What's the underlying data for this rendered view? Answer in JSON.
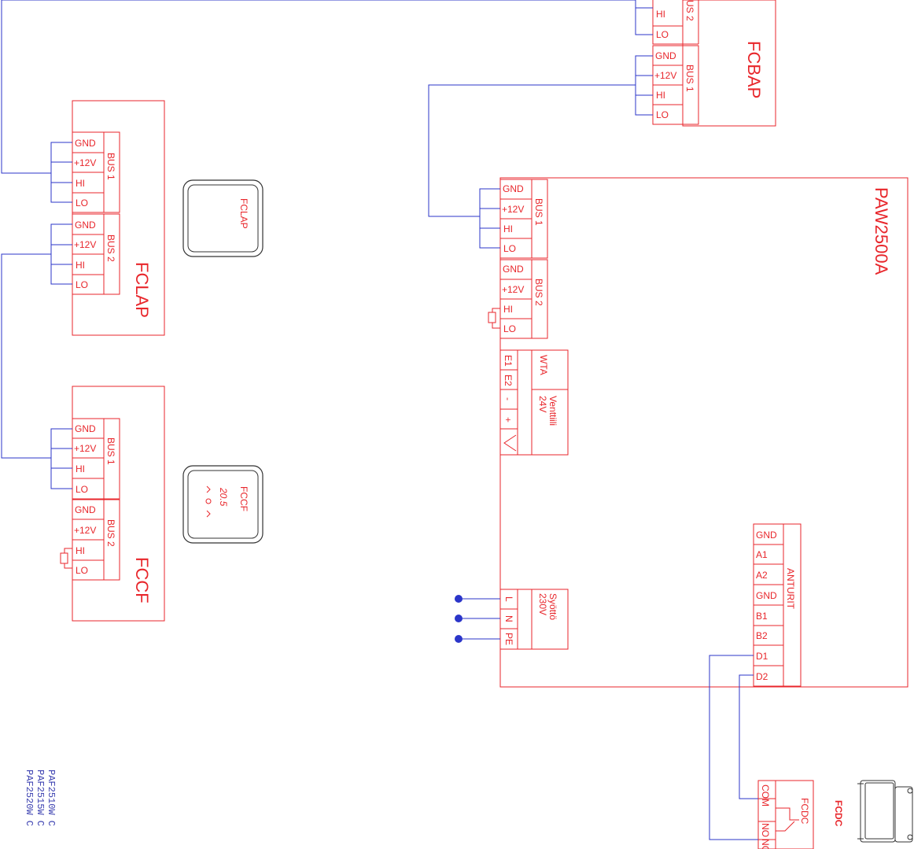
{
  "labels": {
    "gnd": "GND",
    "v12": "+12V",
    "hi": "HI",
    "lo": "LO",
    "bus1": "BUS 1",
    "bus2": "BUS 2",
    "bus2_partial": "US 2",
    "e1": "E1",
    "e2": "E2",
    "minus": "-",
    "plus": "+",
    "wta": "WTA",
    "venttiili": "Venttiili",
    "v24": "24V",
    "l": "L",
    "n": "N",
    "pe": "PE",
    "syotto": "Syöttö",
    "v230": "230V",
    "anturit": "ANTURIT",
    "a1": "A1",
    "a2": "A2",
    "b1": "B1",
    "b2": "B2",
    "d1": "D1",
    "d2": "D2",
    "com": "COM",
    "no": "NO",
    "nc": "NC"
  },
  "devices": {
    "fcbap": "FCBAP",
    "paw": "PAW2500A",
    "fclap": "FCLAP",
    "fccf": "FCCF",
    "fcdc": "FCDC",
    "fcdc_bold": "FCDC",
    "fclap_display": "FCLAP",
    "fccf_display": "FCCF",
    "fccf_temp": "20.5"
  },
  "notes": [
    "PAF2510W  C",
    "PAF2515W  C",
    "PAF2520W  C"
  ],
  "colors": {
    "component": "#e8262b",
    "wire": "#2b35c9"
  }
}
